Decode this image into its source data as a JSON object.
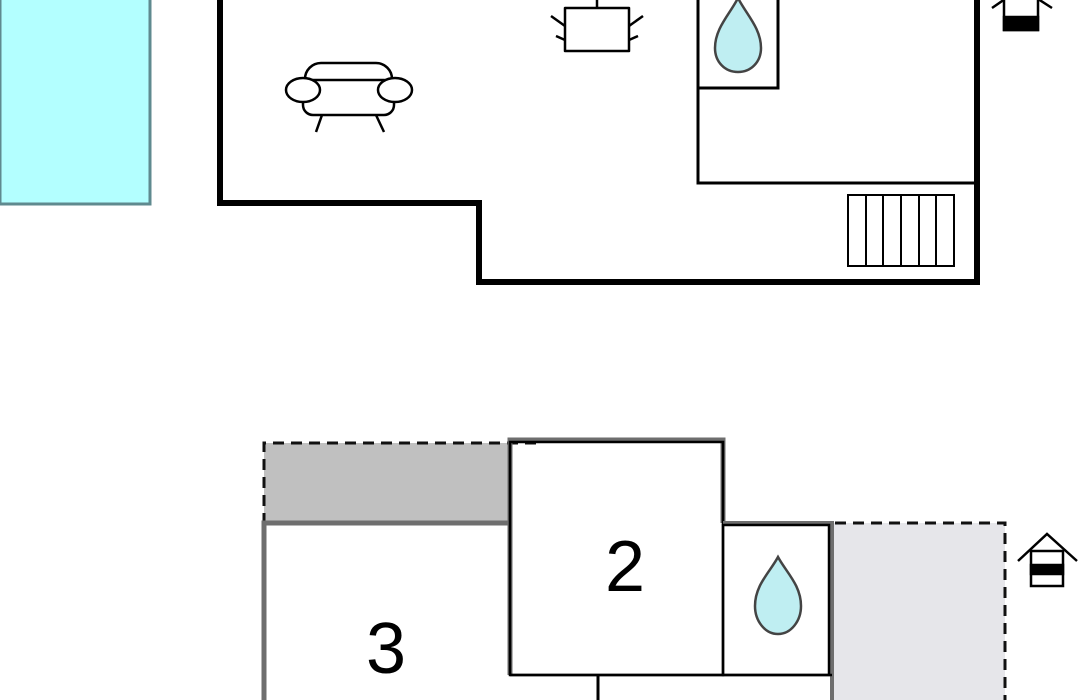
{
  "floors": {
    "upper": {
      "rooms": []
    },
    "lower": {
      "rooms": [
        {
          "label": "3"
        },
        {
          "label": "2"
        }
      ]
    }
  },
  "icons": {
    "pool": "pool",
    "sofa": "sofa-icon",
    "dining_table": "dining-table-icon",
    "bathroom": "water-drop-icon",
    "stairs": "stairs-icon",
    "floor_indicator_upper": "house-floor-upper-icon",
    "floor_indicator_lower": "house-floor-lower-icon"
  },
  "colors": {
    "pool_fill": "#b3ffff",
    "pool_stroke": "#5f8a8f",
    "wall": "#000000",
    "wall_lower": "#6e6e6e",
    "terrace_dark": "#c0c0c0",
    "terrace_light": "#e6e6ea",
    "water_drop": "#bfeef2",
    "background": "#ffffff"
  }
}
